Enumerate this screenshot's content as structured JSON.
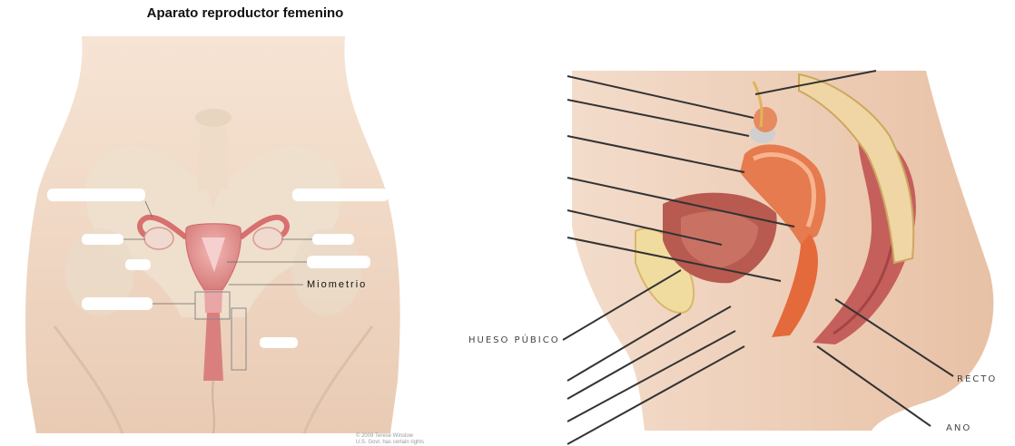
{
  "left_diagram": {
    "title": "Aparato reproductor femenino",
    "label_myometrium": "Miometrio",
    "credit_line1": "© 2009 Terese Winslow",
    "credit_line2": "U.S. Govt. has certain rights"
  },
  "right_diagram": {
    "label_pubic_bone": "HUESO PÚBICO",
    "label_rectum": "RECTO",
    "label_anus": "ANO"
  }
}
